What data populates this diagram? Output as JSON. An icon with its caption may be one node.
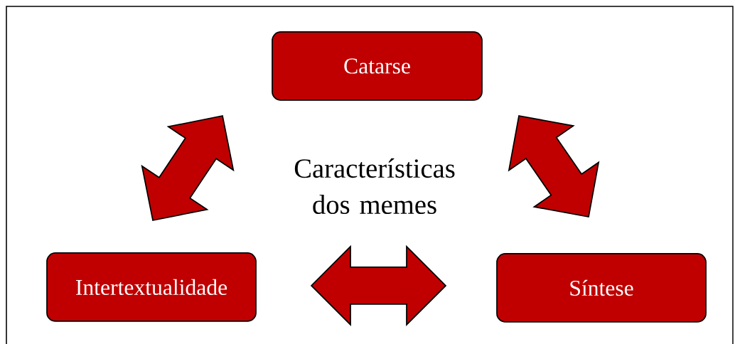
{
  "diagram": {
    "nodes": [
      {
        "text": [
          "Catarse"
        ]
      },
      {
        "text": [
          "Intertextualidade"
        ]
      },
      {
        "text": [
          "Síntese"
        ]
      }
    ],
    "edges": [
      {
        "from": 1,
        "to": 0,
        "arrow": "both"
      },
      {
        "from": 0,
        "to": 2,
        "arrow": "both"
      },
      {
        "from": 1,
        "to": 2,
        "arrow": "both"
      }
    ],
    "labels": [
      "Características dos memes"
    ]
  }
}
